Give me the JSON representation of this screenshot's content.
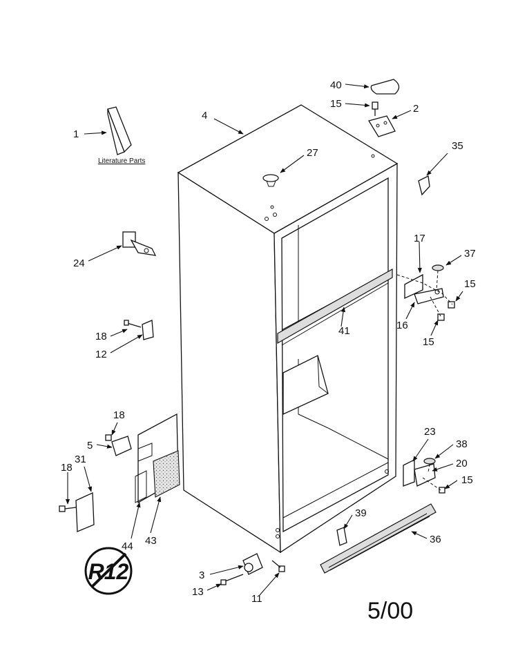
{
  "diagram": {
    "literature_label": "Literature Parts",
    "date_code": "5/00",
    "badge_text": "R12",
    "callouts": {
      "c1": "1",
      "c4": "4",
      "c40": "40",
      "c15a": "15",
      "c2": "2",
      "c27": "27",
      "c35": "35",
      "c24": "24",
      "c17": "17",
      "c37": "37",
      "c15b": "15",
      "c16": "16",
      "c15c": "15",
      "c18a": "18",
      "c12": "12",
      "c41": "41",
      "c18b": "18",
      "c5": "5",
      "c31": "31",
      "c18c": "18",
      "c44": "44",
      "c43": "43",
      "c23": "23",
      "c38": "38",
      "c20": "20",
      "c15d": "15",
      "c39": "39",
      "c36": "36",
      "c3": "3",
      "c13": "13",
      "c11": "11"
    }
  }
}
